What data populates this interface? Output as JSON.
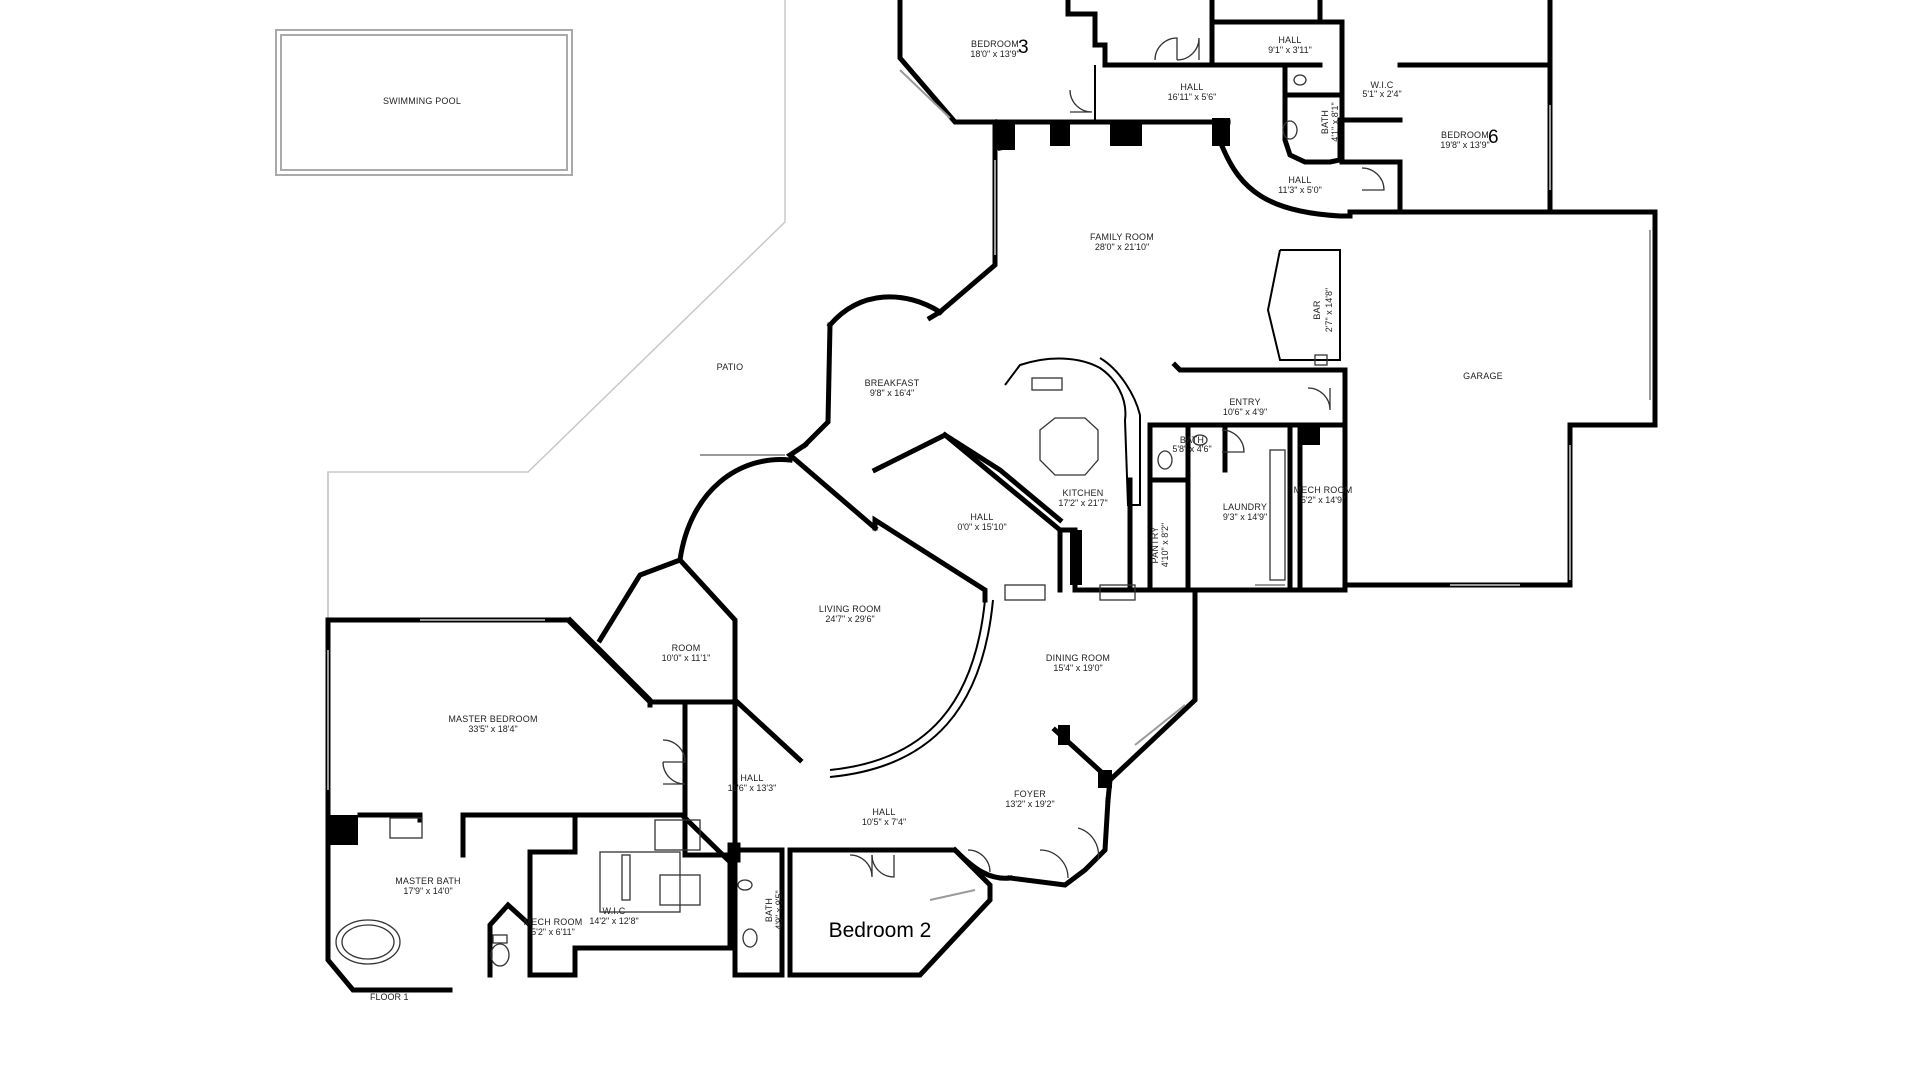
{
  "floor_label": "FLOOR 1",
  "rooms": {
    "swimming_pool": {
      "name": "SWIMMING POOL"
    },
    "patio": {
      "name": "PATIO"
    },
    "bedroom3": {
      "name": "BEDROOM",
      "number": "3",
      "dims": "18'0\" x 13'9\""
    },
    "hall_top_small": {
      "name": "HALL",
      "dims": "9'1\" x 3'11\""
    },
    "hall_top": {
      "name": "HALL",
      "dims": "16'11\" x 5'6\""
    },
    "wic_top": {
      "name": "W.I.C",
      "dims": "5'1\" x 2'4\""
    },
    "bath_top": {
      "name": "BATH",
      "dims": "4'1\" x 8'1\""
    },
    "bedroom6": {
      "name": "BEDROOM",
      "number": "6",
      "dims": "19'8\" x 13'9\""
    },
    "hall_curve": {
      "name": "HALL",
      "dims": "11'3\" x 5'0\""
    },
    "family_room": {
      "name": "FAMILY ROOM",
      "dims": "28'0\" x 21'10\""
    },
    "bar": {
      "name": "BAR",
      "dims": "2'7\" x 14'8\""
    },
    "garage": {
      "name": "GARAGE"
    },
    "breakfast": {
      "name": "BREAKFAST",
      "dims": "9'8\" x 16'4\""
    },
    "entry": {
      "name": "ENTRY",
      "dims": "10'6\" x 4'9\""
    },
    "bath_mid": {
      "name": "BATH",
      "dims": "5'8\" x 4'6\""
    },
    "kitchen": {
      "name": "KITCHEN",
      "dims": "17'2\" x 21'7\""
    },
    "laundry": {
      "name": "LAUNDRY",
      "dims": "9'3\" x 14'9\""
    },
    "mech_room_top": {
      "name": "MECH ROOM",
      "dims": "5'2\" x 14'9\""
    },
    "pantry": {
      "name": "PANTRY",
      "dims": "4'10\" x 8'2\""
    },
    "hall_kitchen": {
      "name": "HALL",
      "dims": "0'0\" x 15'10\""
    },
    "living_room": {
      "name": "LIVING ROOM",
      "dims": "24'7\" x 29'6\""
    },
    "room": {
      "name": "ROOM",
      "dims": "10'0\" x 11'1\""
    },
    "dining_room": {
      "name": "DINING ROOM",
      "dims": "15'4\" x 19'0\""
    },
    "master_bedroom": {
      "name": "MASTER BEDROOM",
      "dims": "33'5\" x 18'4\""
    },
    "hall_master": {
      "name": "HALL",
      "dims": "11'6\" x 13'3\""
    },
    "hall_foyer": {
      "name": "HALL",
      "dims": "10'5\" x 7'4\""
    },
    "foyer": {
      "name": "FOYER",
      "dims": "13'2\" x 19'2\""
    },
    "master_bath": {
      "name": "MASTER BATH",
      "dims": "17'9\" x 14'0\""
    },
    "mech_room_bottom": {
      "name": "MECH ROOM",
      "dims": "5'2\" x 6'11\""
    },
    "wic_master": {
      "name": "W.I.C",
      "dims": "14'2\" x 12'8\""
    },
    "bath_bottom": {
      "name": "BATH",
      "dims": "4'9\" x 9'5\""
    },
    "bedroom2": {
      "name": "Bedroom 2"
    }
  }
}
